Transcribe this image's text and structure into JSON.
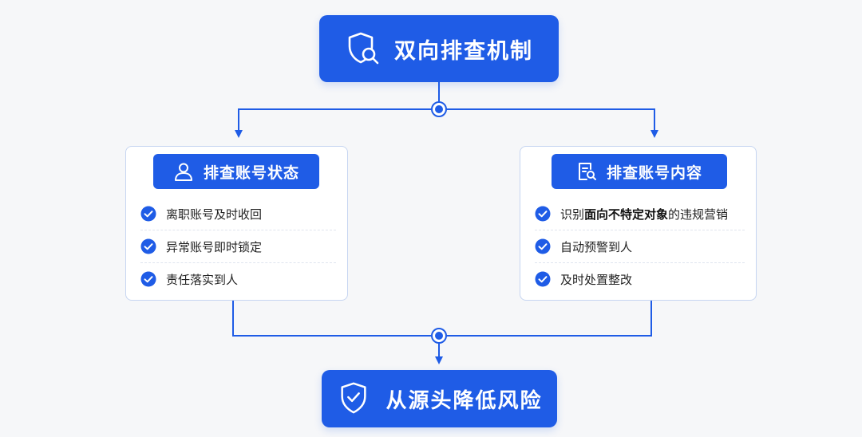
{
  "top": {
    "title": "双向排查机制",
    "icon": "shield-search-icon"
  },
  "left_panel": {
    "header": "排查账号状态",
    "icon": "user-icon",
    "items": [
      "离职账号及时收回",
      "异常账号即时锁定",
      "责任落实到人"
    ]
  },
  "right_panel": {
    "header": "排查账号内容",
    "icon": "document-search-icon",
    "items": [
      {
        "prefix": "识别",
        "bold": "面向不特定对象",
        "suffix": "的违规营销"
      },
      {
        "text": "自动预警到人"
      },
      {
        "text": "及时处置整改"
      }
    ]
  },
  "bottom": {
    "title": "从源头降低风险",
    "icon": "shield-check-icon"
  },
  "colors": {
    "accent": "#1f5ce6",
    "background": "#f6f7f9",
    "panel_border": "#c6d5f1"
  }
}
